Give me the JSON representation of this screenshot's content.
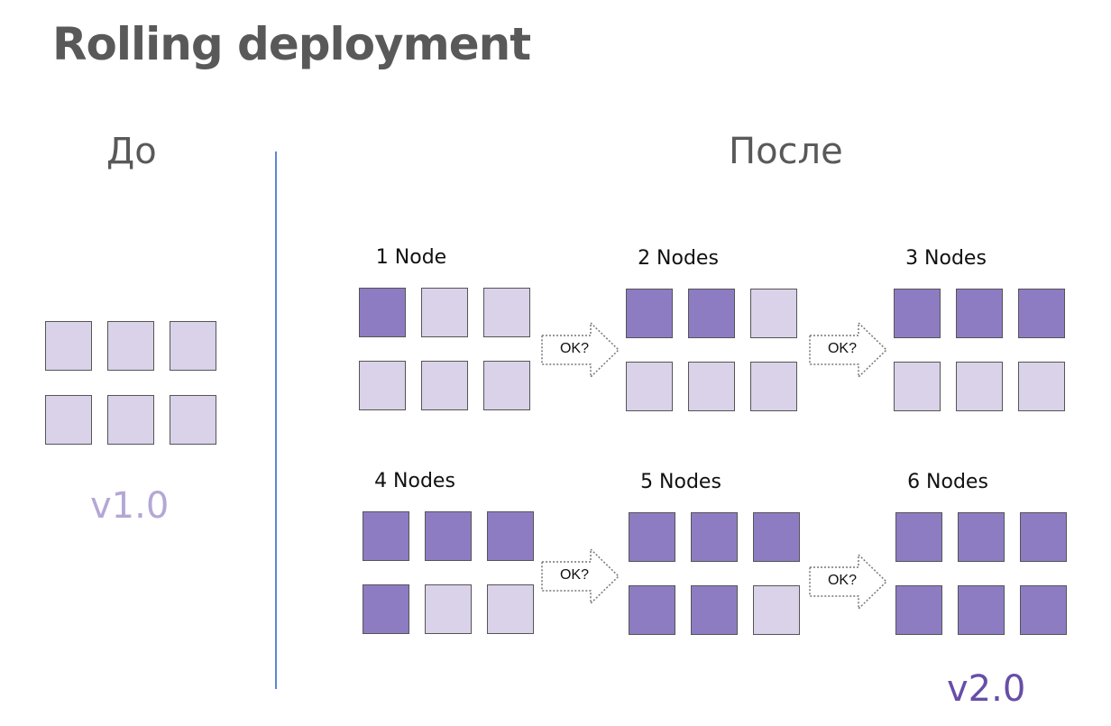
{
  "title": "Rolling deployment",
  "before_label": "До",
  "after_label": "После",
  "version_before": "v1.0",
  "version_after": "v2.0",
  "arrow_label": "OK?",
  "colors": {
    "old_node": "#d9d2e9",
    "new_node": "#8e7cc3",
    "divider": "#5b86d6",
    "version_before": "#b4a7d6",
    "version_after": "#674ea7"
  },
  "before_grid": [
    [
      "old",
      "old",
      "old"
    ],
    [
      "old",
      "old",
      "old"
    ]
  ],
  "stages": [
    {
      "label": "1 Node",
      "grid": [
        [
          "new",
          "old",
          "old"
        ],
        [
          "old",
          "old",
          "old"
        ]
      ]
    },
    {
      "label": "2 Nodes",
      "grid": [
        [
          "new",
          "new",
          "old"
        ],
        [
          "old",
          "old",
          "old"
        ]
      ]
    },
    {
      "label": "3 Nodes",
      "grid": [
        [
          "new",
          "new",
          "new"
        ],
        [
          "old",
          "old",
          "old"
        ]
      ]
    },
    {
      "label": "4 Nodes",
      "grid": [
        [
          "new",
          "new",
          "new"
        ],
        [
          "new",
          "old",
          "old"
        ]
      ]
    },
    {
      "label": "5 Nodes",
      "grid": [
        [
          "new",
          "new",
          "new"
        ],
        [
          "new",
          "new",
          "old"
        ]
      ]
    },
    {
      "label": "6 Nodes",
      "grid": [
        [
          "new",
          "new",
          "new"
        ],
        [
          "new",
          "new",
          "new"
        ]
      ]
    }
  ]
}
